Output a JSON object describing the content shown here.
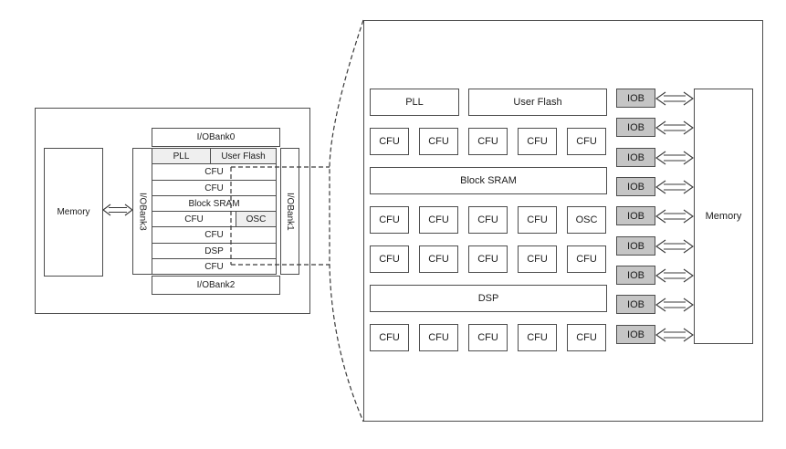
{
  "colors": {
    "background": "#ffffff",
    "border": "#4d4d4d",
    "line": "#3a3a3a",
    "text": "#1c1c1c",
    "blockFill": "#efefef",
    "iobFill": "#c5c5c5"
  },
  "overview": {
    "memory": "Memory",
    "banks": {
      "top": "I/OBank0",
      "right": "I/OBank1",
      "bottom": "I/OBank2",
      "left": "I/OBank3"
    },
    "core_rows": [
      {
        "cells": [
          "PLL",
          "User Flash"
        ]
      },
      {
        "cells": [
          "CFU"
        ]
      },
      {
        "cells": [
          "CFU"
        ]
      },
      {
        "cells": [
          "Block SRAM"
        ]
      },
      {
        "cells": [
          "CFU",
          "OSC"
        ]
      },
      {
        "cells": [
          "CFU"
        ]
      },
      {
        "cells": [
          "DSP"
        ]
      },
      {
        "cells": [
          "CFU"
        ]
      }
    ]
  },
  "detail": {
    "rows": [
      {
        "cells": [
          "PLL",
          "User Flash"
        ]
      },
      {
        "cells": [
          "CFU",
          "CFU",
          "CFU",
          "CFU",
          "CFU"
        ]
      },
      {
        "cells": [
          "Block SRAM"
        ]
      },
      {
        "cells": [
          "CFU",
          "CFU",
          "CFU",
          "CFU",
          "OSC"
        ]
      },
      {
        "cells": [
          "CFU",
          "CFU",
          "CFU",
          "CFU",
          "CFU"
        ]
      },
      {
        "cells": [
          "DSP"
        ]
      },
      {
        "cells": [
          "CFU",
          "CFU",
          "CFU",
          "CFU",
          "CFU"
        ]
      }
    ],
    "iobs": [
      "IOB",
      "IOB",
      "IOB",
      "IOB",
      "IOB",
      "IOB",
      "IOB",
      "IOB",
      "IOB"
    ],
    "memory": "Memory"
  }
}
